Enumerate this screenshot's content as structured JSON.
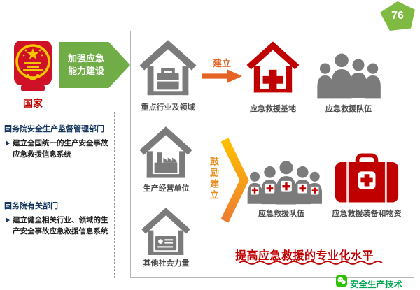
{
  "page_number": "76",
  "left_panel": {
    "country_label": "国家",
    "capability_arrow_label": "加强应急能力建设",
    "dept1_title": "国务院安全生产监督管理部门",
    "dept1_bullet": "建立全国统一的生产安全事故应急救援信息系统",
    "dept2_title": "国务院有关部门",
    "dept2_bullet": "建立健全相关行业、领域的生产安全事故应急救援信息系统"
  },
  "diagram": {
    "row1": {
      "source_label": "重点行业及领域",
      "arrow_label": "建立",
      "base_label": "应急救援基地",
      "team_label": "应急救援队伍"
    },
    "row2": {
      "source_label": "生产经营单位",
      "arrow_label": "鼓励建立",
      "team_label": "应急救援队伍",
      "equipment_label": "应急救援装备和物资"
    },
    "row3": {
      "source_label": "其他社会力量"
    },
    "slogan": "提高应急救援的专业化水平"
  },
  "footer": {
    "brand": "安全生产技术"
  },
  "colors": {
    "badge_green": "#7FBA42",
    "arrow_green": "#70AD47",
    "red": "#C00000",
    "icon_gray": "#7B7B7B",
    "title_navy": "#17375E",
    "orange": "#E46325",
    "chevron_orange": "#F6A21C",
    "brand_green": "#00A651"
  }
}
